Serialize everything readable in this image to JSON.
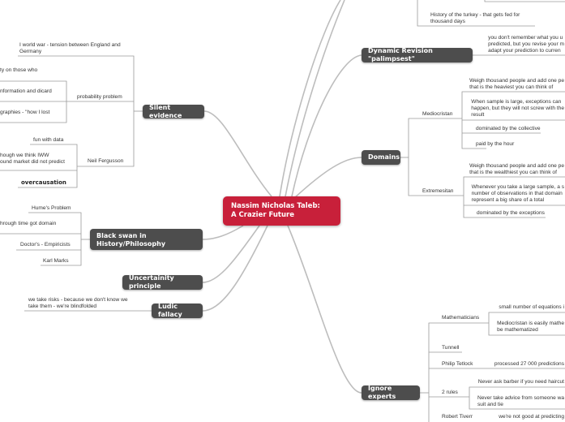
{
  "central": {
    "title_line1": "Nassim Nicholas Taleb:",
    "title_line2": "A Crazier Future",
    "color": "#c8203a"
  },
  "topics": {
    "silent_evidence": {
      "label": "Silent evidence",
      "children": {
        "world_war": "I world war - tension between England and",
        "world_war_2": "Germany",
        "probability_problem": "probability problem",
        "prob_children": [
          "ty on those who",
          "nformation and dicard",
          "graphies - \"how I lost"
        ],
        "neil": "Neil Fergusson",
        "neil_children": [
          "fun with data",
          "hough we think IWW",
          "ound market did not predict",
          "overcausation"
        ]
      }
    },
    "black_swan": {
      "label_line1": "Black swan in",
      "label_line2": "History/Philosophy",
      "children": [
        "Hume's Problem",
        "hrough time got domain",
        "Doctor's - Empiricists",
        "Karl Marks"
      ]
    },
    "uncertainty": {
      "label": "Uncertainity principle"
    },
    "ludic": {
      "label": "Ludic fallacy",
      "child_line1": "we take risks - because we don't know we",
      "child_line2": "take them - we're blindfolded"
    },
    "turkey": {
      "line1": "History of the turkey - that gets fed for",
      "line2": "thousand days"
    },
    "dynamic": {
      "label": "Dynamic Revision \"palimpsest\"",
      "child": [
        "you don't remember what you u",
        "predicted, but you revise your m",
        "adapt your prediction to curren"
      ]
    },
    "domains": {
      "label": "Domains",
      "mediocristan": {
        "label": "Mediocristan",
        "items": [
          [
            "Weigh thousand people and add one pe",
            "that is the heaviest you can think of"
          ],
          [
            "When sample is large, exceptions can",
            "happen, but they will not screw with the",
            "result"
          ],
          [
            "dominated by the collective"
          ],
          [
            "paid by the hour"
          ]
        ]
      },
      "extremesitan": {
        "label": "Extremesitan",
        "items": [
          [
            "Weigh thousand people and add one pe",
            "that is the wealthiest you can think of"
          ],
          [
            "Whenever you take a large sample, a s",
            "number of observations in that domain",
            "represent a big share of a total"
          ],
          [
            "dominated by the exceptions"
          ]
        ]
      }
    },
    "ignore_experts": {
      "label": "Ignore experts",
      "mathematicians": {
        "label": "Mathematicians",
        "items": [
          "small number of equations i",
          "Mediocristan is easily mathe",
          "be mathematized"
        ]
      },
      "tunnell": "Tunnell",
      "tetlock": {
        "label": "Philip Tetlock",
        "child": "processed 27 000 predictions"
      },
      "rules": {
        "label": "2 rules",
        "items": [
          "Never ask barber if you need haircut",
          "Never take advice from someone wa",
          "suit and tie"
        ]
      },
      "tiverr": {
        "label": "Robert Tiverr",
        "child": "we're not good at predicting"
      }
    }
  }
}
